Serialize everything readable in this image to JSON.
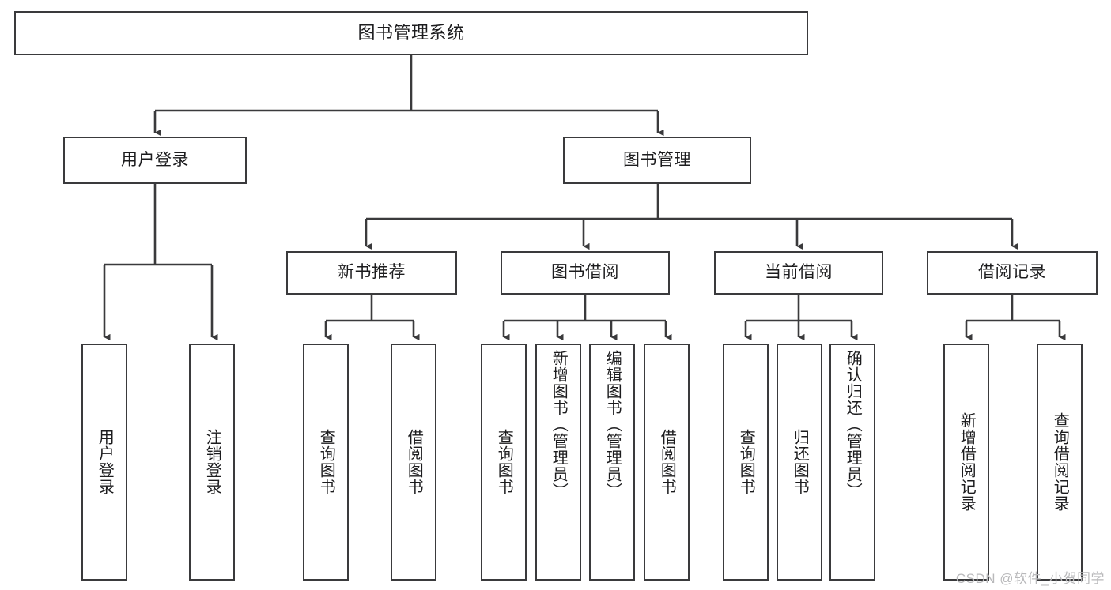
{
  "diagram": {
    "title": "图书管理系统",
    "type": "hierarchy-tree",
    "orientation": "top-down",
    "background_color": "#ffffff",
    "border_color": "#3a3a3c",
    "text_color": "#1c1c1e",
    "levels": 4
  },
  "root": {
    "label": "图书管理系统"
  },
  "level2": [
    {
      "label": "用户登录"
    },
    {
      "label": "图书管理"
    }
  ],
  "level3": [
    {
      "label": "新书推荐"
    },
    {
      "label": "图书借阅"
    },
    {
      "label": "当前借阅"
    },
    {
      "label": "借阅记录"
    }
  ],
  "leaves": {
    "user_login": [
      {
        "label": "用户登录"
      },
      {
        "label": "注销登录"
      }
    ],
    "new_book_recommend": [
      {
        "label": "查询图书"
      },
      {
        "label": "借阅图书"
      }
    ],
    "book_borrow": [
      {
        "label": "查询图书"
      },
      {
        "label": "新增图书（管理员）"
      },
      {
        "label": "编辑图书（管理员）"
      },
      {
        "label": "借阅图书"
      }
    ],
    "current_borrow": [
      {
        "label": "查询图书"
      },
      {
        "label": "归还图书"
      },
      {
        "label": "确认归还（管理员）"
      }
    ],
    "borrow_record": [
      {
        "label": "新增借阅记录"
      },
      {
        "label": "查询借阅记录"
      }
    ]
  },
  "watermark": {
    "text": "CSDN @软件_小贺同学",
    "color": "#b9b9bb"
  }
}
